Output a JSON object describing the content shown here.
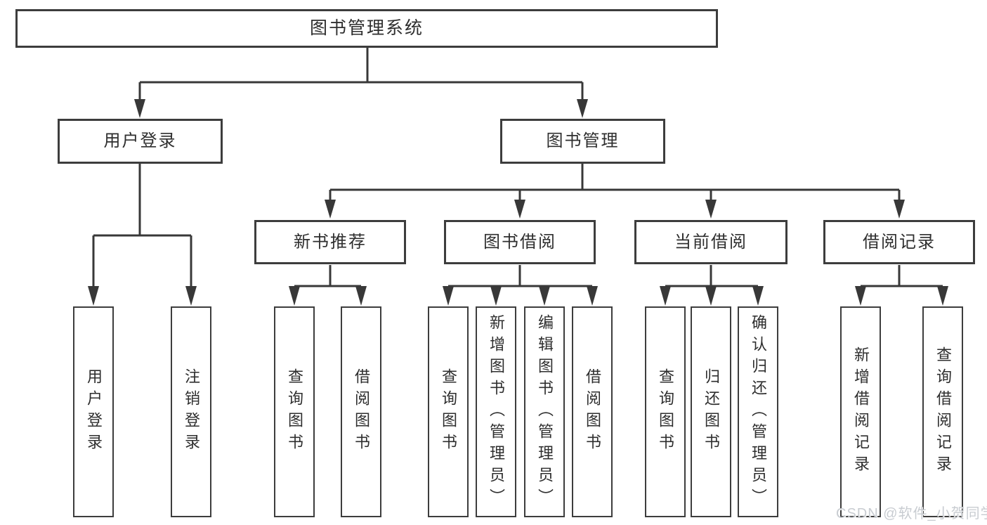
{
  "diagram": {
    "type": "tree-diagram",
    "root": {
      "label": "图书管理系统"
    },
    "level2": [
      {
        "label": "用户登录",
        "children": [
          "用户登录",
          "注销登录"
        ]
      },
      {
        "label": "图书管理"
      }
    ],
    "level3": [
      {
        "label": "新书推荐",
        "children": [
          "查询图书",
          "借阅图书"
        ]
      },
      {
        "label": "图书借阅",
        "children": [
          "查询图书",
          "新增图书（管理员）",
          "编辑图书（管理员）",
          "借阅图书"
        ]
      },
      {
        "label": "当前借阅",
        "children": [
          "查询图书",
          "归还图书",
          "确认归还（管理员）"
        ]
      },
      {
        "label": "借阅记录",
        "children": [
          "新增借阅记录",
          "查询借阅记录"
        ]
      }
    ],
    "colors": {
      "line": "#383838",
      "box_border": "#3d3d3d",
      "box_fill": "#ffffff",
      "text": "#2e2e2e",
      "background": "#ffffff",
      "watermark_text": "#c6cacf"
    }
  },
  "watermark": {
    "label": "CSDN @软件_小贺同学"
  }
}
